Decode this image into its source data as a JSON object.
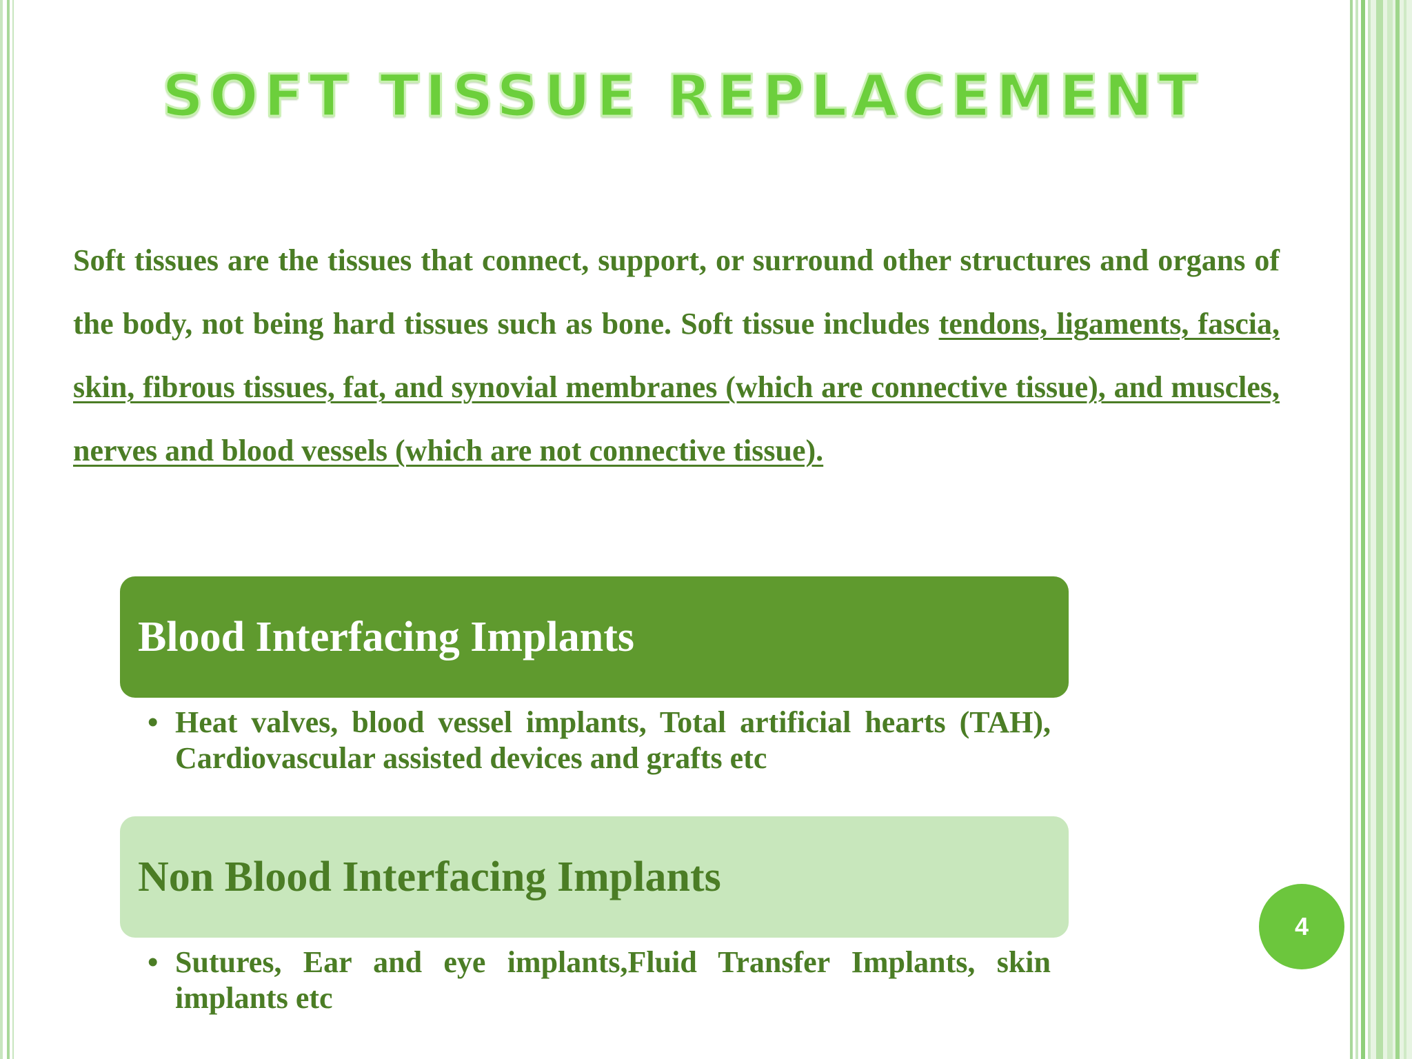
{
  "slide": {
    "title": "SOFT TISSUE REPLACEMENT",
    "intro": {
      "plain": "Soft tissues are the tissues that connect, support, or surround other structures and organs of the body, not being hard tissues such as bone. Soft tissue includes ",
      "underlined": "tendons, ligaments, fascia, skin, fibrous tissues, fat, and synovial membranes (which are connective tissue), and muscles, nerves and blood vessels (which are not connective tissue)."
    },
    "sections": [
      {
        "heading": "Blood Interfacing Implants",
        "bullet": "Heat valves, blood vessel implants, Total artificial hearts (TAH), Cardiovascular assisted devices and grafts etc"
      },
      {
        "heading": "Non Blood Interfacing Implants",
        "bullet": "Sutures, Ear and eye implants,Fluid Transfer Implants, skin implants etc"
      }
    ],
    "page_number": "4"
  },
  "colors": {
    "title_green": "#6ccf3c",
    "text_green": "#4b7d25",
    "dark_box": "#5f9a2e",
    "light_box": "#c8e7bc",
    "page_badge": "#6cc63d"
  }
}
